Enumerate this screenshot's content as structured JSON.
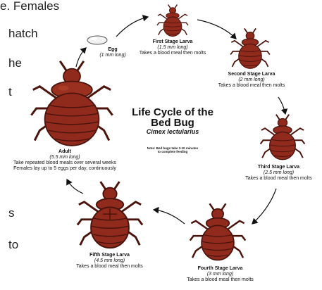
{
  "left_text_fragments": [
    "e. Females",
    "hatch",
    "he",
    "t",
    "s",
    "to"
  ],
  "diagram": {
    "title_line1": "Life Cycle of the",
    "title_line2": "Bed Bug",
    "scientific_name": "Cimex lectularius",
    "note_line1": "Note: Bed bugs take 3-10 minutes",
    "note_line2": "to complete feeding",
    "stages": {
      "egg": {
        "name": "Egg",
        "size": "(1 mm long)"
      },
      "first": {
        "name": "First Stage Larva",
        "size": "(1.5 mm long)",
        "desc": "Takes a blood meal then molts"
      },
      "second": {
        "name": "Second Stage Larva",
        "size": "(2 mm long)",
        "desc": "Takes a blood meal then molts"
      },
      "third": {
        "name": "Third Stage Larva",
        "size": "(2.5 mm long)",
        "desc": "Takes a blood meal then molts"
      },
      "fourth": {
        "name": "Fourth Stage Larva",
        "size": "(3 mm long)",
        "desc": "Takes a blood meal then molts"
      },
      "fifth": {
        "name": "Fifth Stage Larva",
        "size": "(4.5 mm long)",
        "desc": "Takes a blood meal then molts"
      },
      "adult": {
        "name": "Adult",
        "size": "(5.5 mm long)",
        "desc1": "Take repeated blood meals over several weeks",
        "desc2": "Females lay up to 5 eggs per day, continuously"
      }
    }
  },
  "colors": {
    "bug_body": "#8f2a1c",
    "bug_dark": "#4a130c",
    "bug_light": "#b8442e",
    "text": "#111111"
  }
}
